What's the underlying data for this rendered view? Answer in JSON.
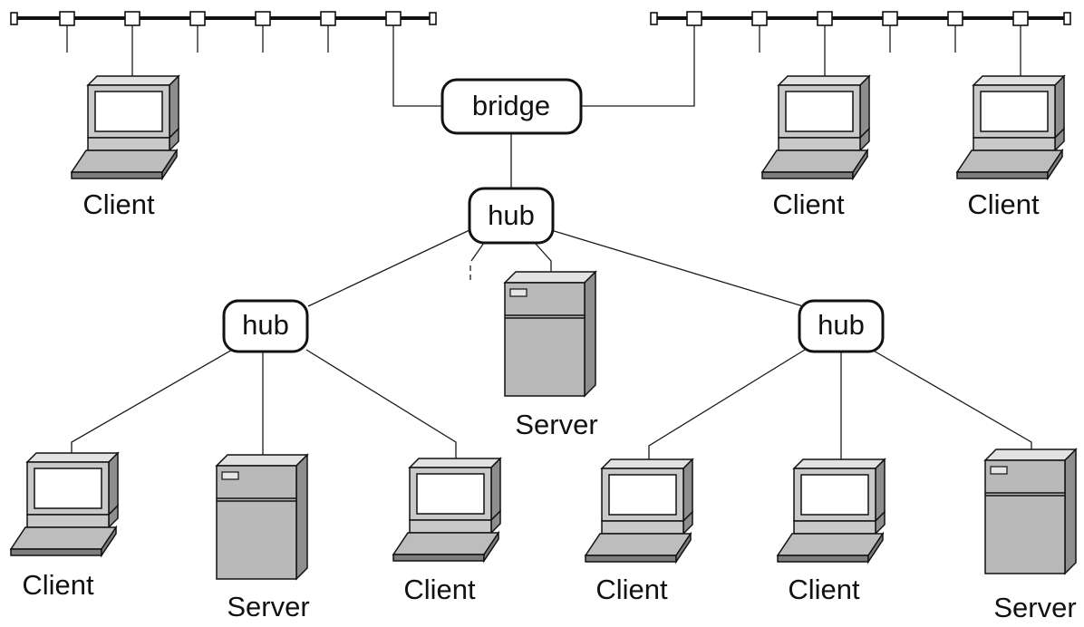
{
  "nodes": {
    "bridge": "bridge",
    "hub_top": "hub",
    "hub_left": "hub",
    "hub_right": "hub"
  },
  "devices": {
    "client_top_left": "Client",
    "client_top_right_1": "Client",
    "client_top_right_2": "Client",
    "server_center": "Server",
    "client_bottom_1": "Client",
    "server_bottom_1": "Server",
    "client_bottom_2": "Client",
    "client_bottom_3": "Client",
    "client_bottom_4": "Client",
    "server_bottom_2": "Server"
  }
}
